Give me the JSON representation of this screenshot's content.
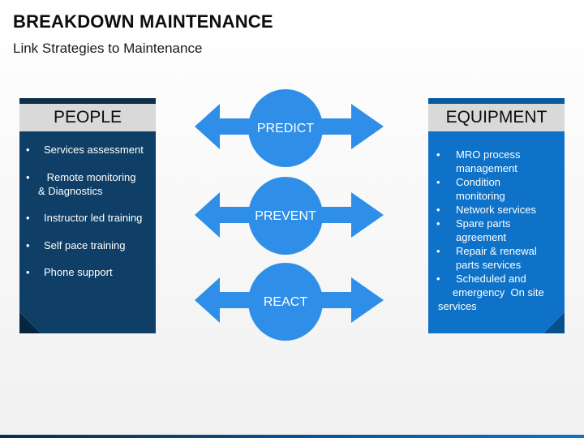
{
  "header": {
    "title": "BREAKDOWN MAINTENANCE",
    "subtitle": "Link Strategies to Maintenance"
  },
  "colors": {
    "people_panel": "#0f3f66",
    "equipment_panel": "#0e72c8",
    "arrow": "#2f8fe8",
    "header_band": "#d9d9d9"
  },
  "people": {
    "title": "PEOPLE",
    "items": [
      {
        "bullet": "•",
        "lines": [
          "Services assessment"
        ]
      },
      {
        "bullet": "•",
        "lines": [
          " Remote monitoring",
          "& Diagnostics"
        ]
      },
      {
        "bullet": "•",
        "lines": [
          "Instructor led training"
        ]
      },
      {
        "bullet": "•",
        "lines": [
          "Self pace training"
        ]
      },
      {
        "bullet": "•",
        "lines": [
          "Phone support"
        ]
      }
    ]
  },
  "equipment": {
    "title": "EQUIPMENT",
    "items": [
      {
        "bullet": "•",
        "lines": [
          "MRO process",
          "management"
        ]
      },
      {
        "bullet": "•",
        "lines": [
          "Condition",
          "monitoring"
        ]
      },
      {
        "bullet": "•",
        "lines": [
          "Network services"
        ]
      },
      {
        "bullet": "•",
        "lines": [
          "Spare parts",
          "agreement"
        ]
      },
      {
        "bullet": "•",
        "lines": [
          "Repair & renewal",
          "parts services"
        ]
      },
      {
        "bullet": "•",
        "lines": [
          "Scheduled and",
          "emergency  On site"
        ]
      }
    ],
    "trailing": "services"
  },
  "strategies": [
    {
      "label": "PREDICT"
    },
    {
      "label": "PREVENT"
    },
    {
      "label": "REACT"
    }
  ]
}
